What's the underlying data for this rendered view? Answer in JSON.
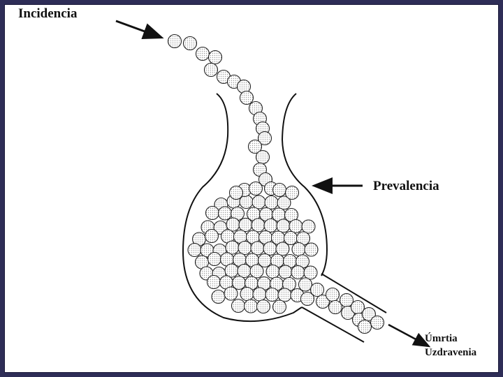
{
  "diagram": {
    "labels": {
      "incidence": "Incidencia",
      "prevalence": "Prevalencia",
      "death": "Úmrtia",
      "recovery": "Uzdravenia"
    },
    "colors": {
      "background_frame": "#2e2d57",
      "canvas": "#ffffff",
      "ink": "#111111",
      "ball_fill": "#e6e6e6"
    },
    "icons": [
      "arrow-incidence-icon",
      "arrow-prevalence-icon",
      "arrow-outflow-icon"
    ]
  }
}
